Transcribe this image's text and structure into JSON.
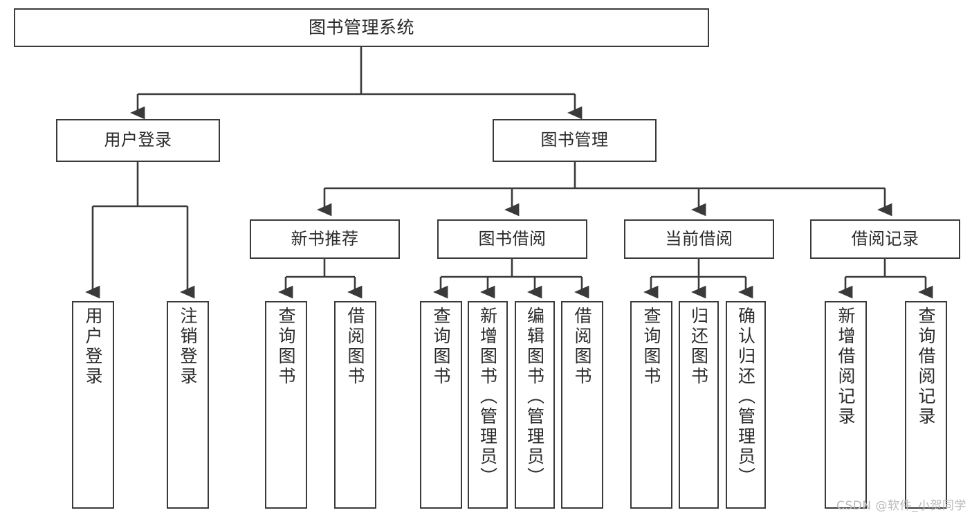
{
  "diagram": {
    "type": "tree-hierarchy",
    "title": "图书管理系统",
    "orientation": "top-down",
    "colors": {
      "border": "#3a3a3a",
      "text": "#2b2b2b",
      "background": "#ffffff",
      "watermark": "#b9b9b9"
    },
    "root": {
      "label": "图书管理系统"
    },
    "level2": [
      {
        "label": "用户登录"
      },
      {
        "label": "图书管理"
      }
    ],
    "level3": [
      {
        "label": "新书推荐"
      },
      {
        "label": "图书借阅"
      },
      {
        "label": "当前借阅"
      },
      {
        "label": "借阅记录"
      }
    ],
    "leaves": {
      "user_login": [
        {
          "label": "用户登录"
        },
        {
          "label": "注销登录"
        }
      ],
      "new_book_recommend": [
        {
          "label": "查询图书"
        },
        {
          "label": "借阅图书"
        }
      ],
      "book_borrow": [
        {
          "label": "查询图书"
        },
        {
          "label": "新增图书（管理员）"
        },
        {
          "label": "编辑图书（管理员）"
        },
        {
          "label": "借阅图书"
        }
      ],
      "current_borrow": [
        {
          "label": "查询图书"
        },
        {
          "label": "归还图书"
        },
        {
          "label": "确认归还（管理员）"
        }
      ],
      "borrow_record": [
        {
          "label": "新增借阅记录"
        },
        {
          "label": "查询借阅记录"
        }
      ]
    }
  },
  "watermark": {
    "text": "CSDN @软件_小贺同学"
  }
}
